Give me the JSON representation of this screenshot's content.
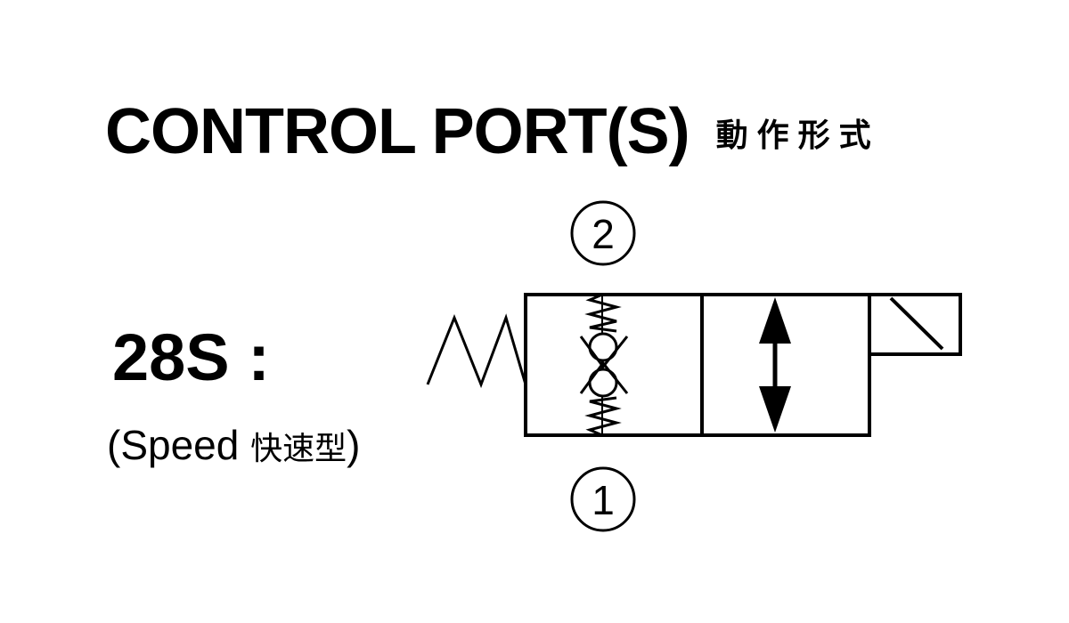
{
  "title": {
    "english": "CONTROL PORT(S)",
    "chinese": "動作形式"
  },
  "model": {
    "code": "28S :",
    "description_prefix": "(Speed ",
    "description_cn": "快速型",
    "description_suffix": ")"
  },
  "ports": {
    "top": "2",
    "bottom": "1"
  },
  "colors": {
    "line": "#000000",
    "background": "#ffffff"
  }
}
